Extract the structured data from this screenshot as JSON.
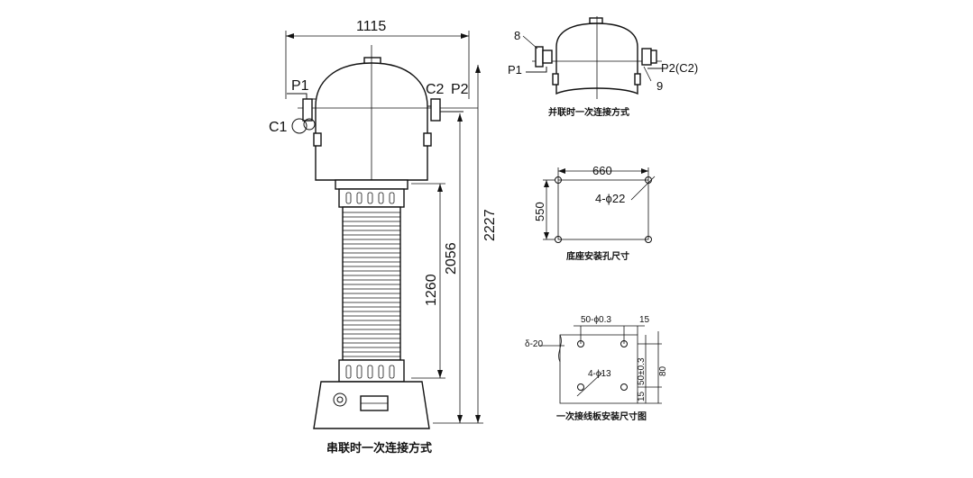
{
  "main_view": {
    "dims": {
      "width": "1115",
      "total_height": "2227",
      "height_2": "2056",
      "height_3": "1260"
    },
    "labels": {
      "p1": "P1",
      "p2": "P2",
      "c1": "C1",
      "c2": "C2"
    },
    "caption": "串联时一次连接方式"
  },
  "parallel_view": {
    "labels": {
      "callout_8": "8",
      "p1": "P1",
      "p2c2": "P2(C2)",
      "callout_9": "9"
    },
    "caption": "并联时一次连接方式"
  },
  "base_holes": {
    "dims": {
      "width": "660",
      "height": "550",
      "holes": "4-ϕ22"
    },
    "caption": "底座安装孔尺寸"
  },
  "terminal_plate": {
    "dims": {
      "top": "50-ϕ0.3",
      "edge": "15",
      "thickness": "δ-20",
      "holes": "4-ϕ13",
      "side_a": "50±0.3",
      "side_b": "15",
      "side_total": "80"
    },
    "caption": "一次接线板安装尺寸图"
  }
}
